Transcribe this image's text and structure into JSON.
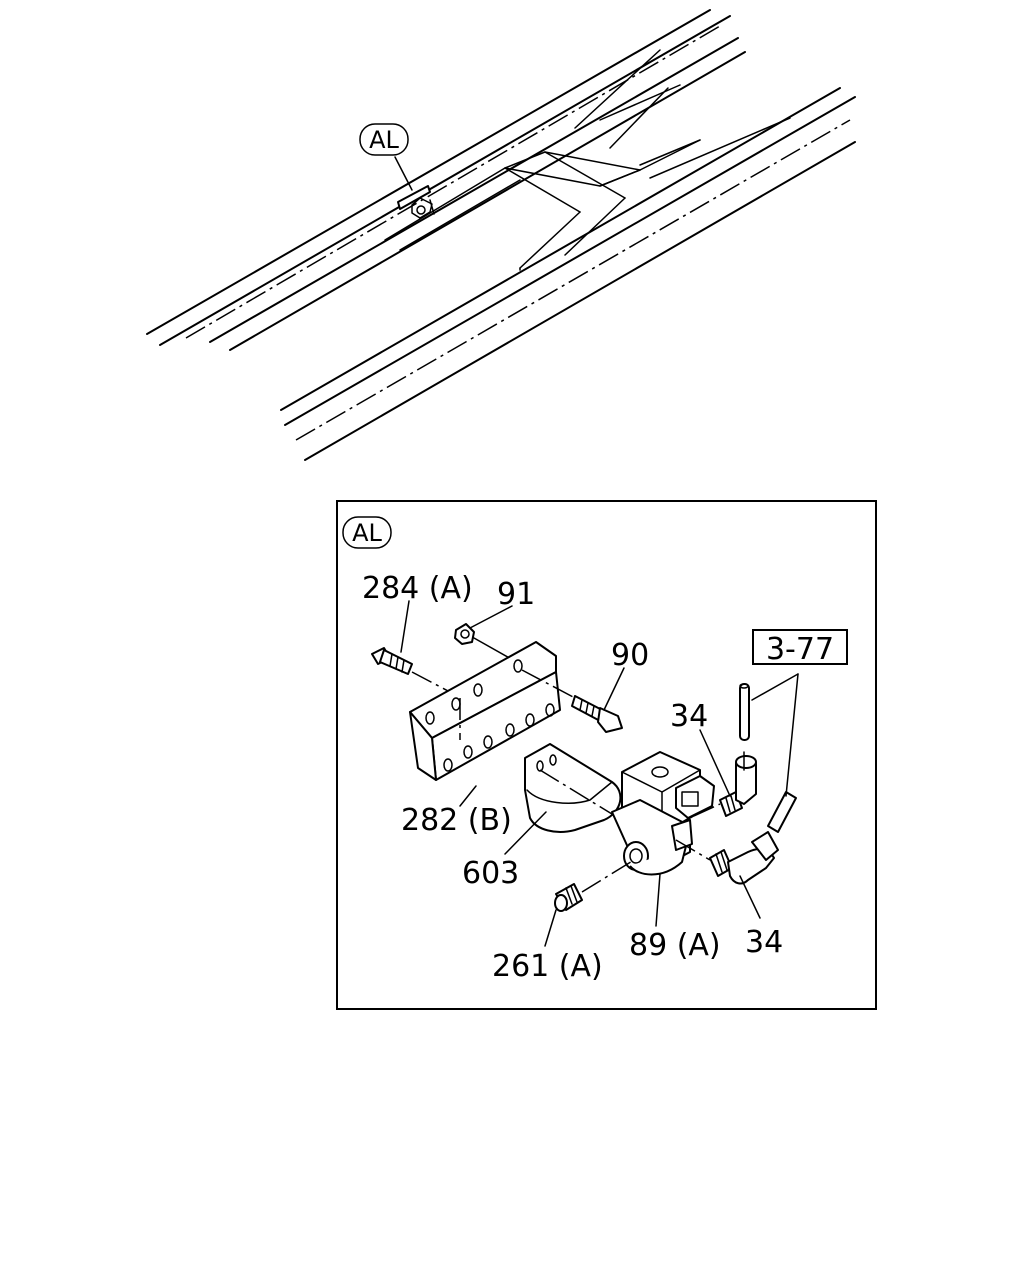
{
  "callout": {
    "top_tag": "AL",
    "inset_tag": "AL"
  },
  "labels": {
    "p284a": "284 (A)",
    "p91": "91",
    "p90": "90",
    "p34_upper": "34",
    "p34_lower": "34",
    "ref_377": "3-77",
    "p282b": "282 (B)",
    "p603": "603",
    "p261a": "261 (A)",
    "p89a": "89 (A)"
  }
}
